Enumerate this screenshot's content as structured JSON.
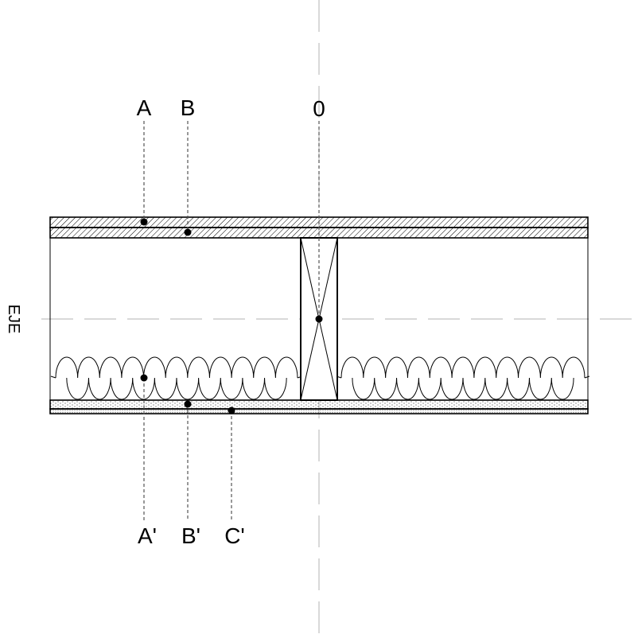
{
  "labels": {
    "top": [
      "A",
      "B",
      "0"
    ],
    "bottom": [
      "A'",
      "B'",
      "C'"
    ],
    "axis": "EJE"
  },
  "colors": {
    "stroke": "#000000",
    "axis_line": "#b3b3b3",
    "leader_line": "#555555",
    "background": "#ffffff"
  }
}
